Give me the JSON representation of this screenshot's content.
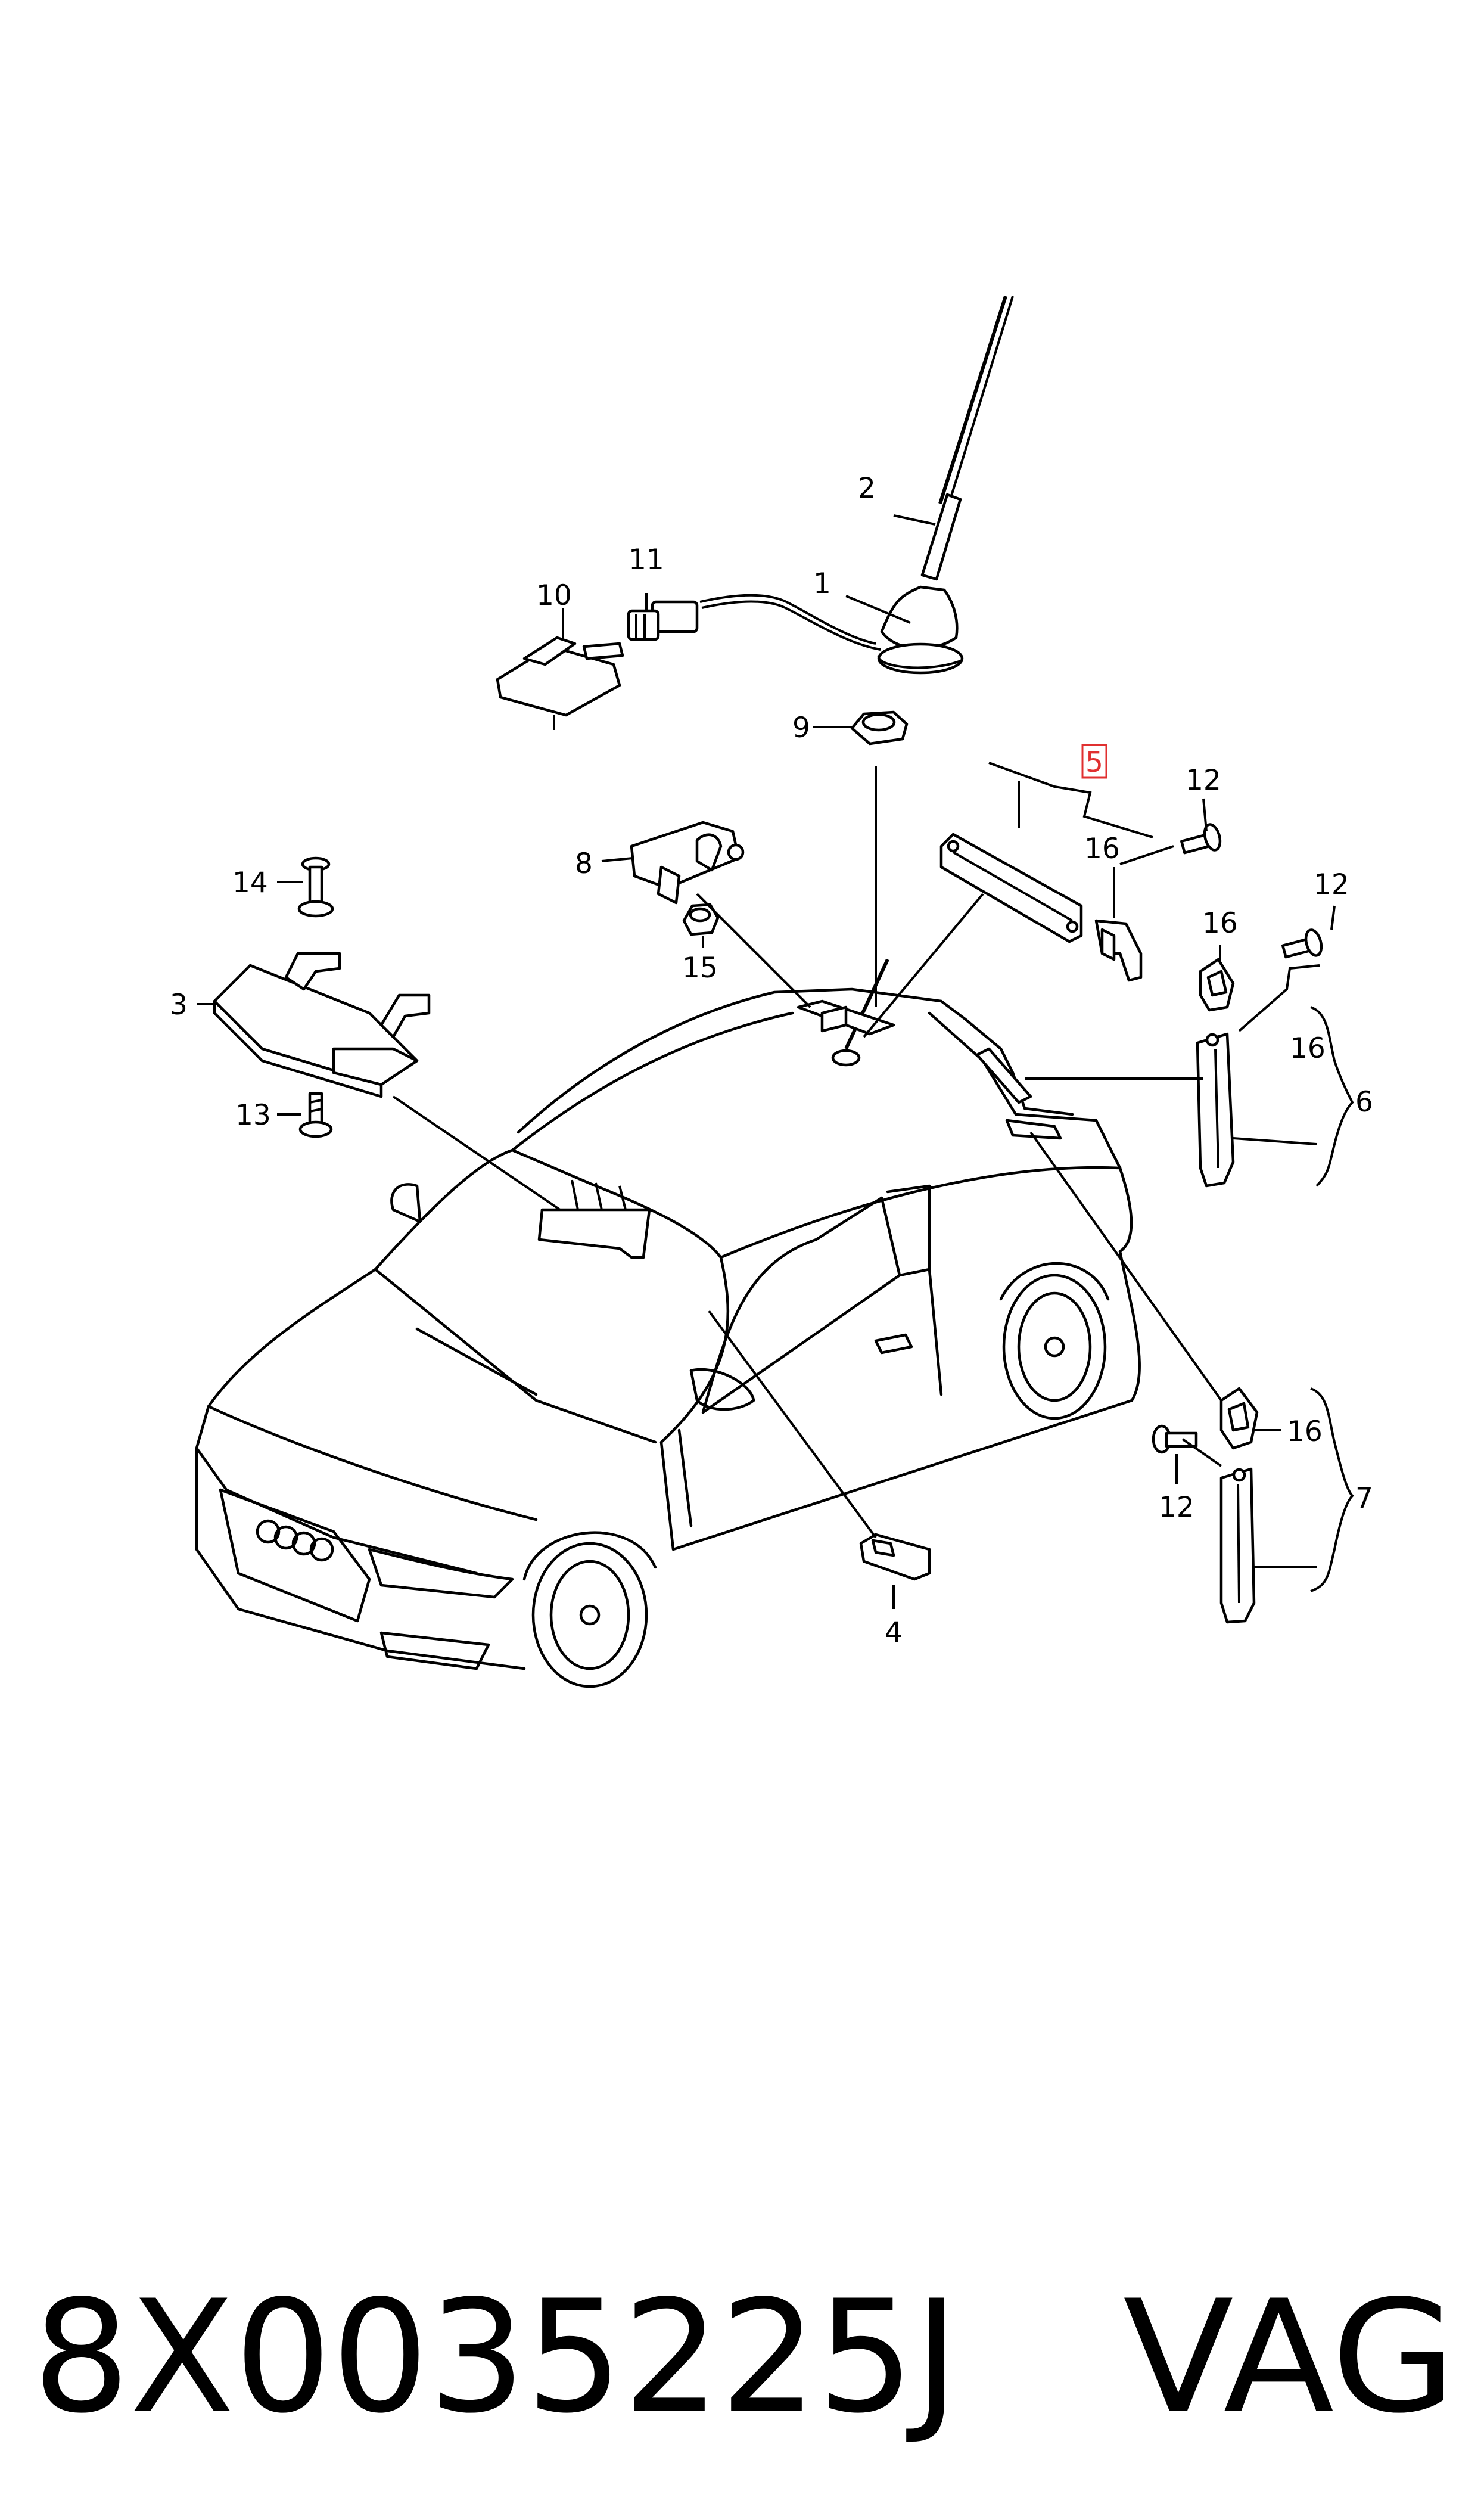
{
  "callouts": [
    "1",
    "2",
    "3",
    "4",
    "5",
    "6",
    "7",
    "8",
    "9",
    "10",
    "11",
    "12",
    "13",
    "14",
    "15",
    "16"
  ],
  "highlighted_callout": "5",
  "part_number": "8X0035225J",
  "brand": "VAG",
  "colors": {
    "line": "#000000",
    "highlight": "#e03030",
    "background": "#ffffff"
  }
}
